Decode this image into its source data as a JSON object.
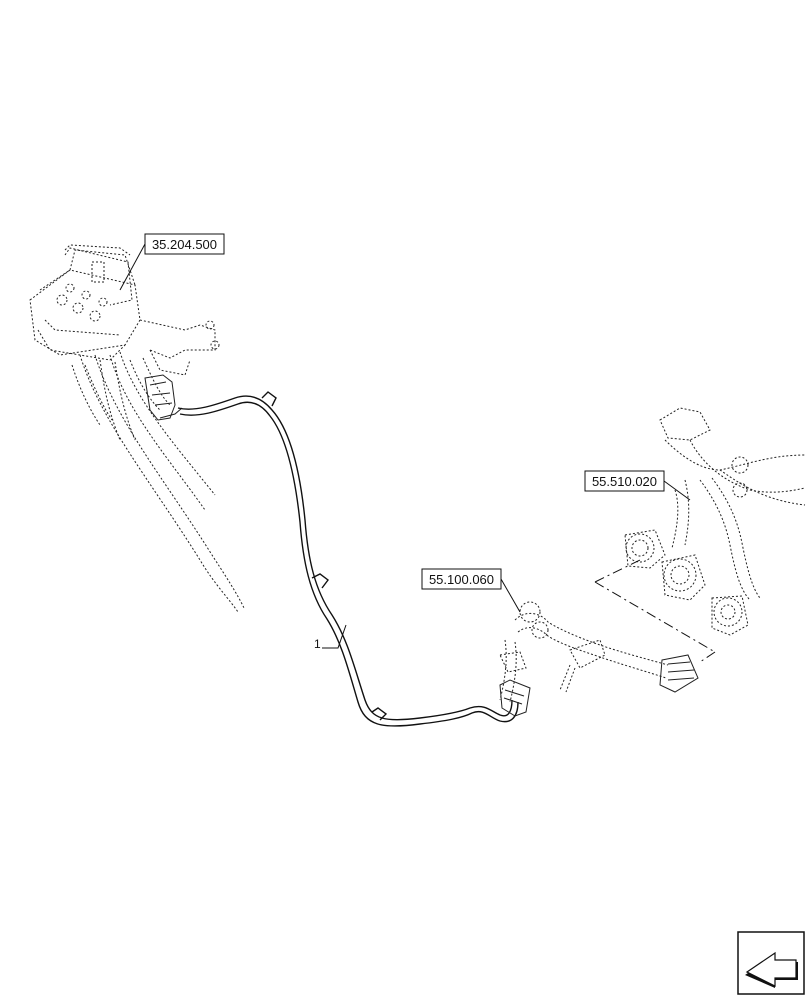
{
  "references": {
    "ref_top_left": "35.204.500",
    "ref_right": "55.510.020",
    "ref_middle": "55.100.060"
  },
  "callouts": {
    "item_1": "1"
  },
  "navigation": {
    "next_icon": "next-page-arrow-icon"
  }
}
